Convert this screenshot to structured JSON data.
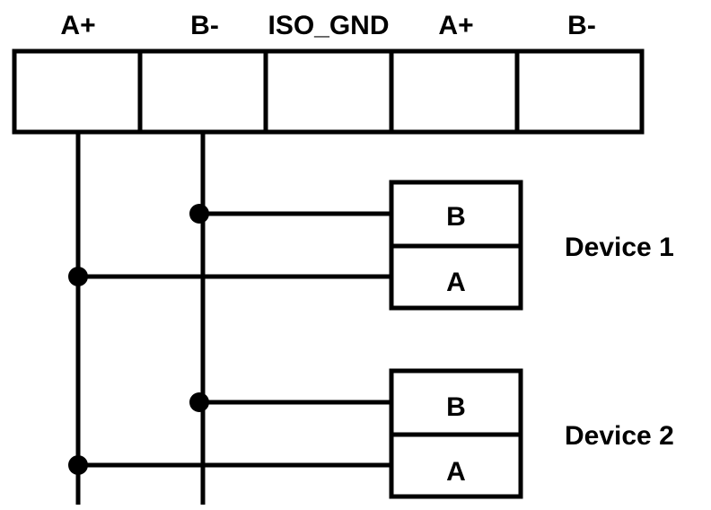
{
  "terminal_block": {
    "labels": [
      "A+",
      "B-",
      "ISO_GND",
      "A+",
      "B-"
    ]
  },
  "devices": [
    {
      "name": "Device 1",
      "pins": [
        "B",
        "A"
      ]
    },
    {
      "name": "Device 2",
      "pins": [
        "B",
        "A"
      ]
    }
  ]
}
